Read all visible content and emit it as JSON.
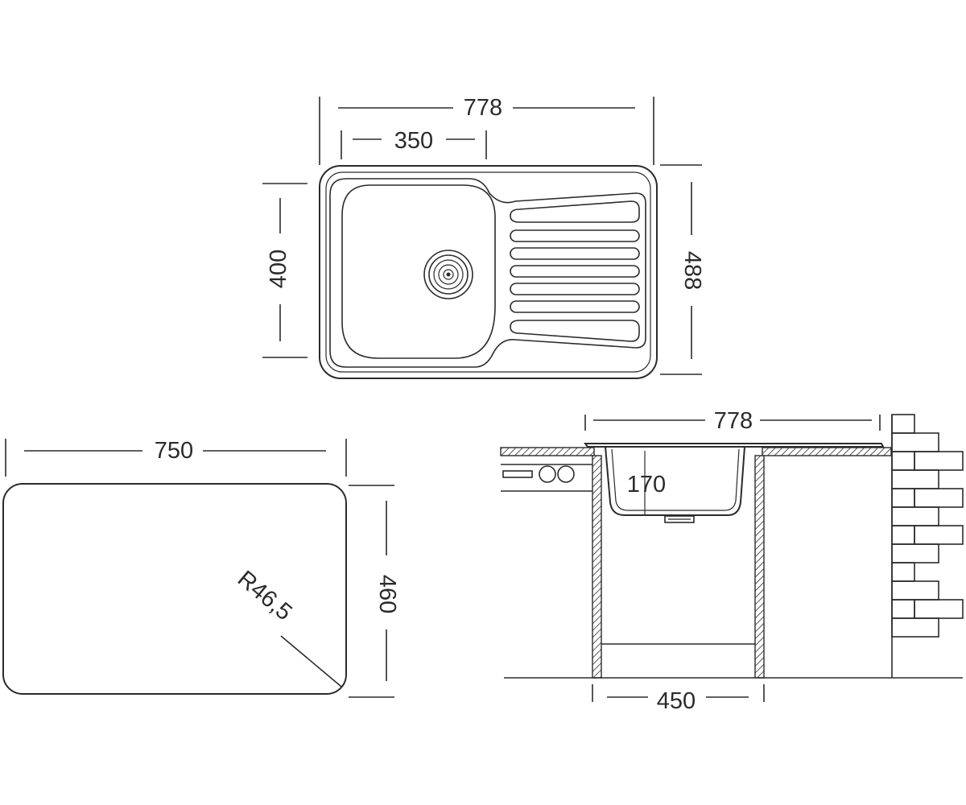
{
  "top_view": {
    "overall_width": "778",
    "bowl_width": "350",
    "bowl_depth": "400",
    "overall_depth": "488"
  },
  "cutout_view": {
    "width": "750",
    "depth": "460",
    "corner_radius": "R46,5"
  },
  "section_view": {
    "overall_width": "778",
    "bowl_height": "170",
    "cabinet_width": "450"
  }
}
